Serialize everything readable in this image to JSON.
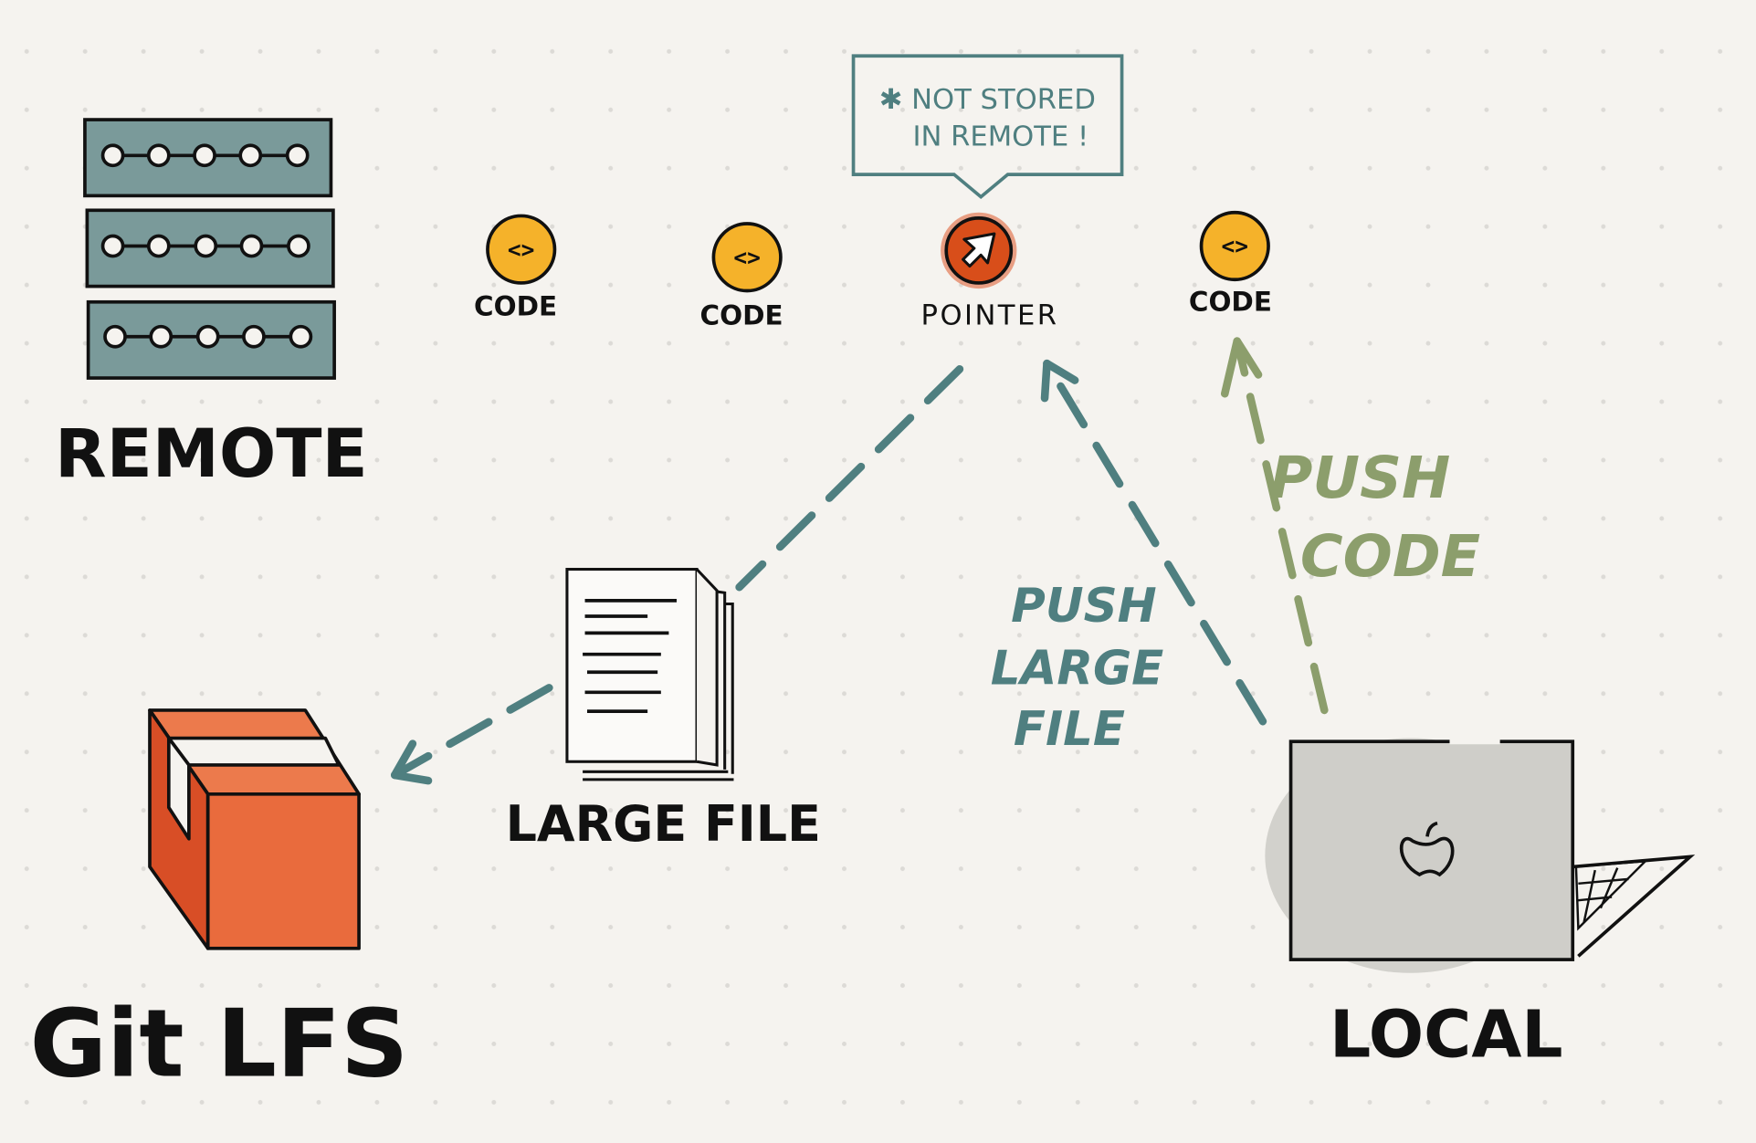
{
  "remote": {
    "label": "REMOTE"
  },
  "commits": [
    {
      "label": "CODE",
      "glyph": "<>"
    },
    {
      "label": "CODE",
      "glyph": "<>"
    },
    {
      "label": "POINTER",
      "glyph": "arrow"
    },
    {
      "label": "CODE",
      "glyph": "<>"
    }
  ],
  "callout": {
    "line1": "✱ NOT STORED",
    "line2": "IN REMOTE !"
  },
  "large_file": {
    "label": "LARGE FILE"
  },
  "lfs": {
    "label": "Git LFS"
  },
  "local": {
    "label": "LOCAL"
  },
  "push_large": {
    "line1": "PUSH",
    "line2": "LARGE",
    "line3": "FILE"
  },
  "push_code": {
    "line1": "PUSH",
    "line2": "CODE"
  },
  "colors": {
    "teal": "#4f7f80",
    "green": "#8c9e6c",
    "orange": "#f5b22a",
    "red": "#d84e1a",
    "box": "#e4683a"
  }
}
